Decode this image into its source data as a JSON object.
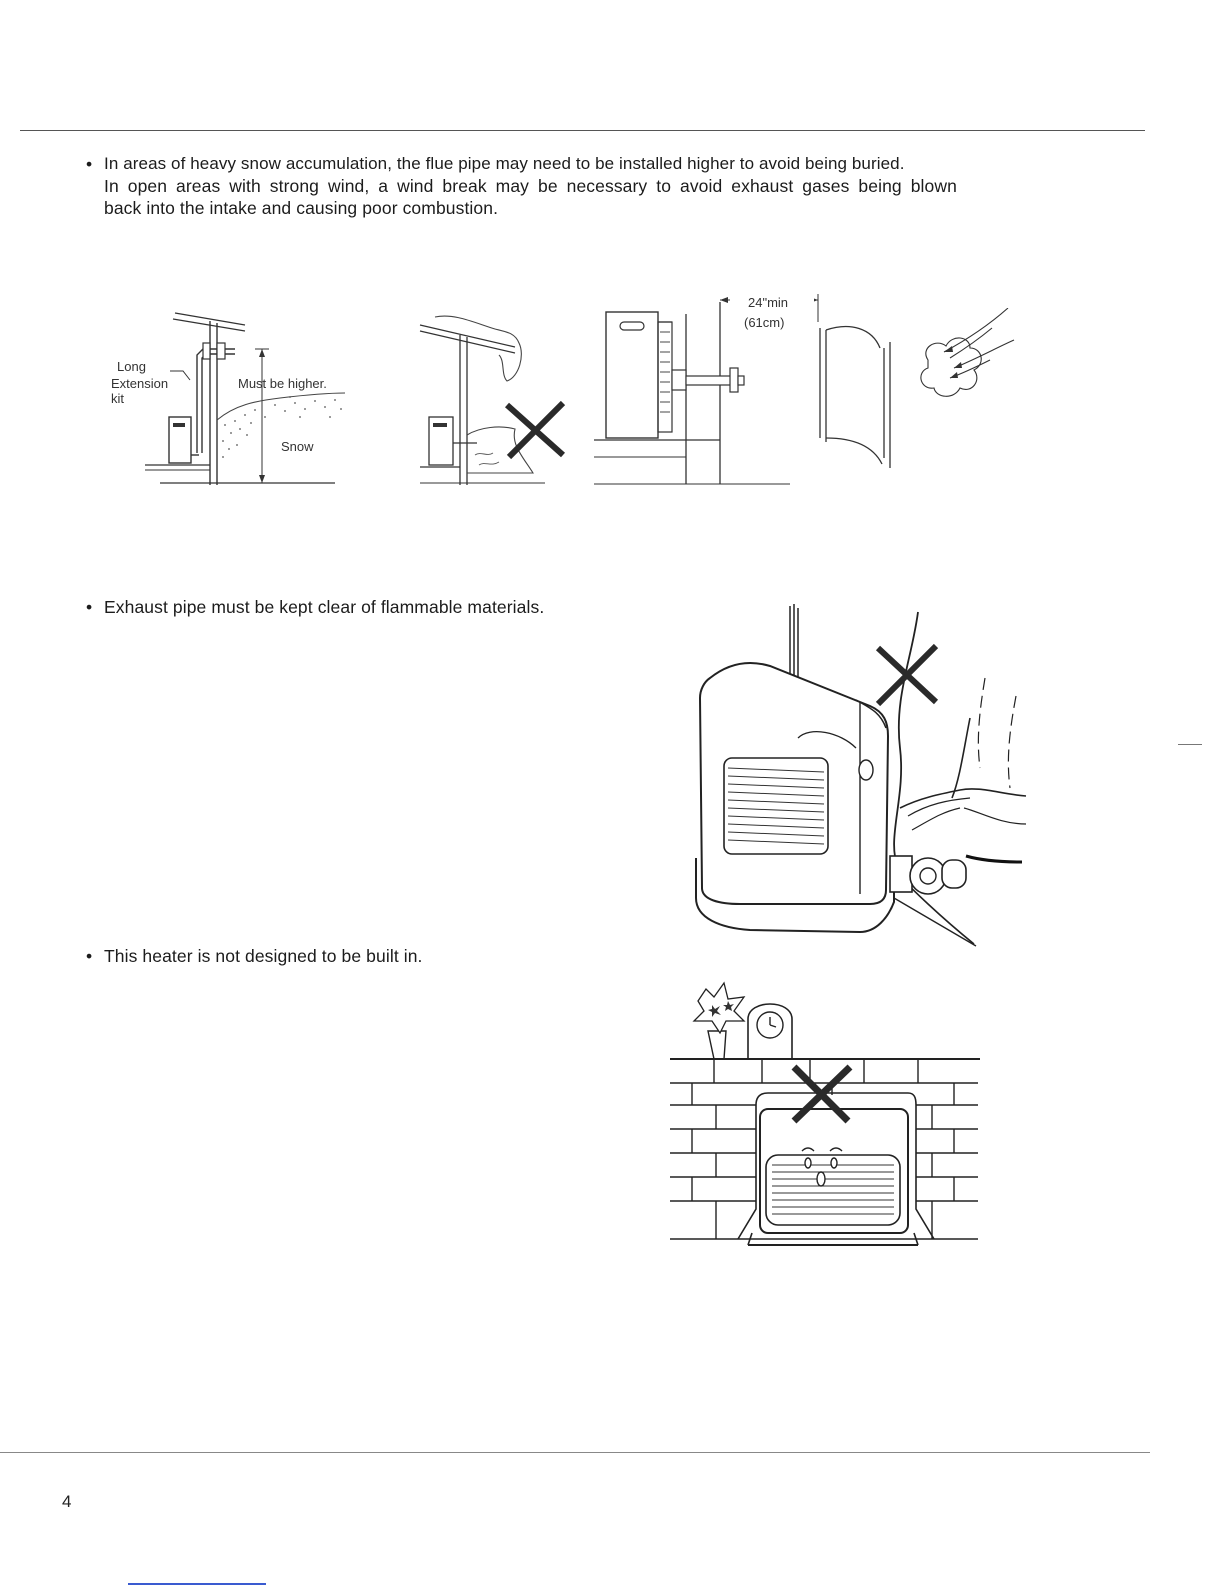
{
  "section1": {
    "bullet": "•",
    "lines": [
      "In areas of heavy snow accumulation, the flue pipe may need to be installed higher to avoid being buried.",
      "In open areas with strong wind, a wind break may be necessary to avoid exhaust gases being blown",
      "back into the intake and causing poor combustion."
    ]
  },
  "figure1": {
    "long_extension_kit": [
      "Long",
      "Extension",
      "kit"
    ],
    "must_be_higher": "Must be higher.",
    "snow": "Snow"
  },
  "figure3": {
    "clearance_in": "24\"min",
    "clearance_cm": "(61cm)"
  },
  "section2": {
    "bullet": "•",
    "text": "Exhaust pipe must be kept clear of flammable materials."
  },
  "section3": {
    "bullet": "•",
    "text": "This heater is not designed to be built in."
  },
  "page_number": "4"
}
